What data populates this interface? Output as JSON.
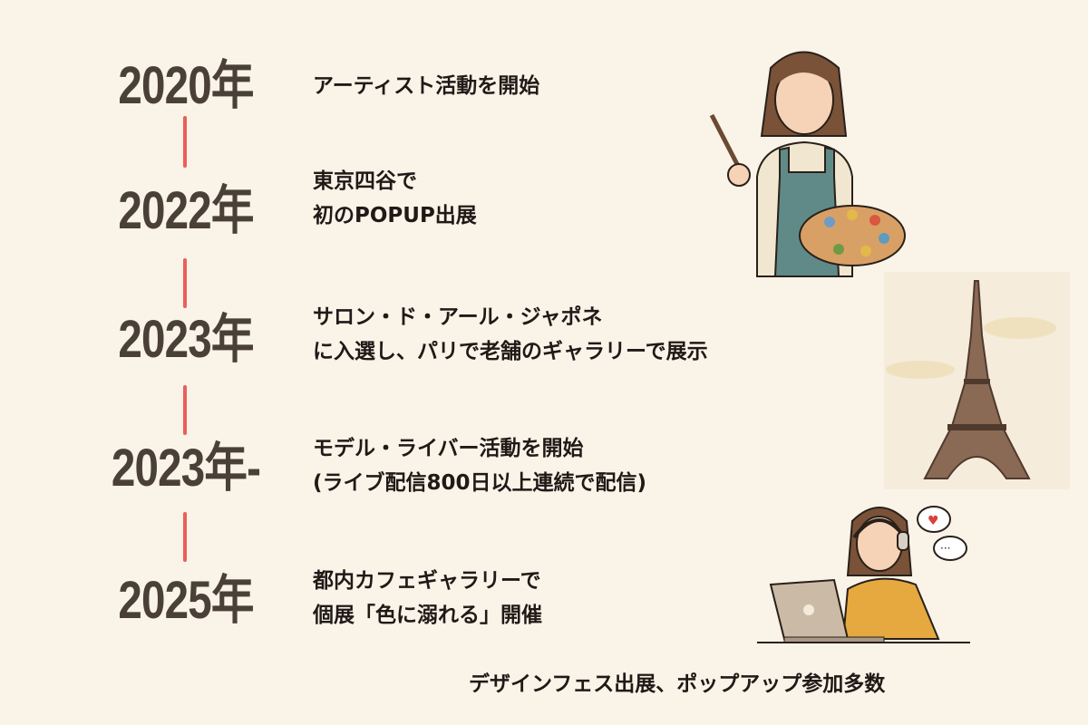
{
  "timeline": [
    {
      "year": "2020年",
      "lines": [
        "アーティスト活動を開始"
      ]
    },
    {
      "year": "2022年",
      "lines": [
        "東京四谷で",
        "初のPOPUP出展"
      ]
    },
    {
      "year": "2023年",
      "lines": [
        "サロン・ド・アール・ジャポネ",
        "に入選し、パリで老舗のギャラリーで展示"
      ]
    },
    {
      "year": "2023年-",
      "lines": [
        "モデル・ライバー活動を開始",
        "(ライブ配信800日以上連続で配信)"
      ]
    },
    {
      "year": "2025年",
      "lines": [
        "都内カフェギャラリーで",
        "個展「色に溺れる」開催"
      ]
    }
  ],
  "footer": "デザインフェス出展、ポップアップ参加多数",
  "colors": {
    "background": "#f9f3e8",
    "year": "#4b4037",
    "connector": "#ec5e5a"
  }
}
